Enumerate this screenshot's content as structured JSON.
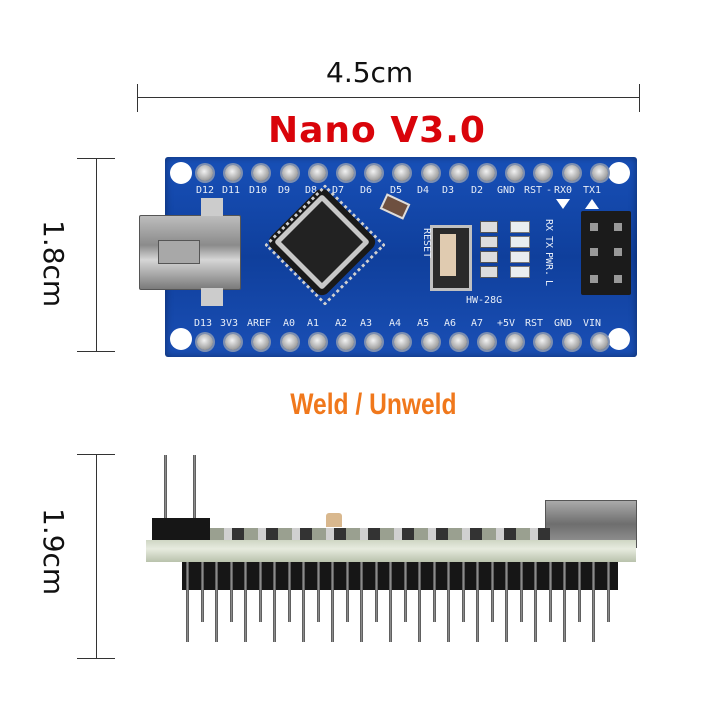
{
  "dimensions": {
    "width_label": "4.5cm",
    "height_label": "1.8cm",
    "side_height_label": "1.9cm"
  },
  "title": "Nano V3.0",
  "subtitle": "Weld / Unweld",
  "board": {
    "model": "HW-28G",
    "reset_label": "RESET",
    "led_labels": [
      "RX",
      "TX",
      "PWR.",
      "L"
    ],
    "top_pins": [
      "D12",
      "D11",
      "D10",
      "D9",
      "D8",
      "D7",
      "D6",
      "D5",
      "D4",
      "D3",
      "D2",
      "GND",
      "RST",
      "RX0",
      "TX1"
    ],
    "bottom_pins": [
      "D13",
      "3V3",
      "AREF",
      "A0",
      "A1",
      "A2",
      "A3",
      "A4",
      "A5",
      "A6",
      "A7",
      "+5V",
      "RST",
      "GND",
      "VIN"
    ]
  },
  "colors": {
    "title": "#d9040a",
    "subtitle": "#f0781c",
    "pcb": "#1850b8"
  }
}
